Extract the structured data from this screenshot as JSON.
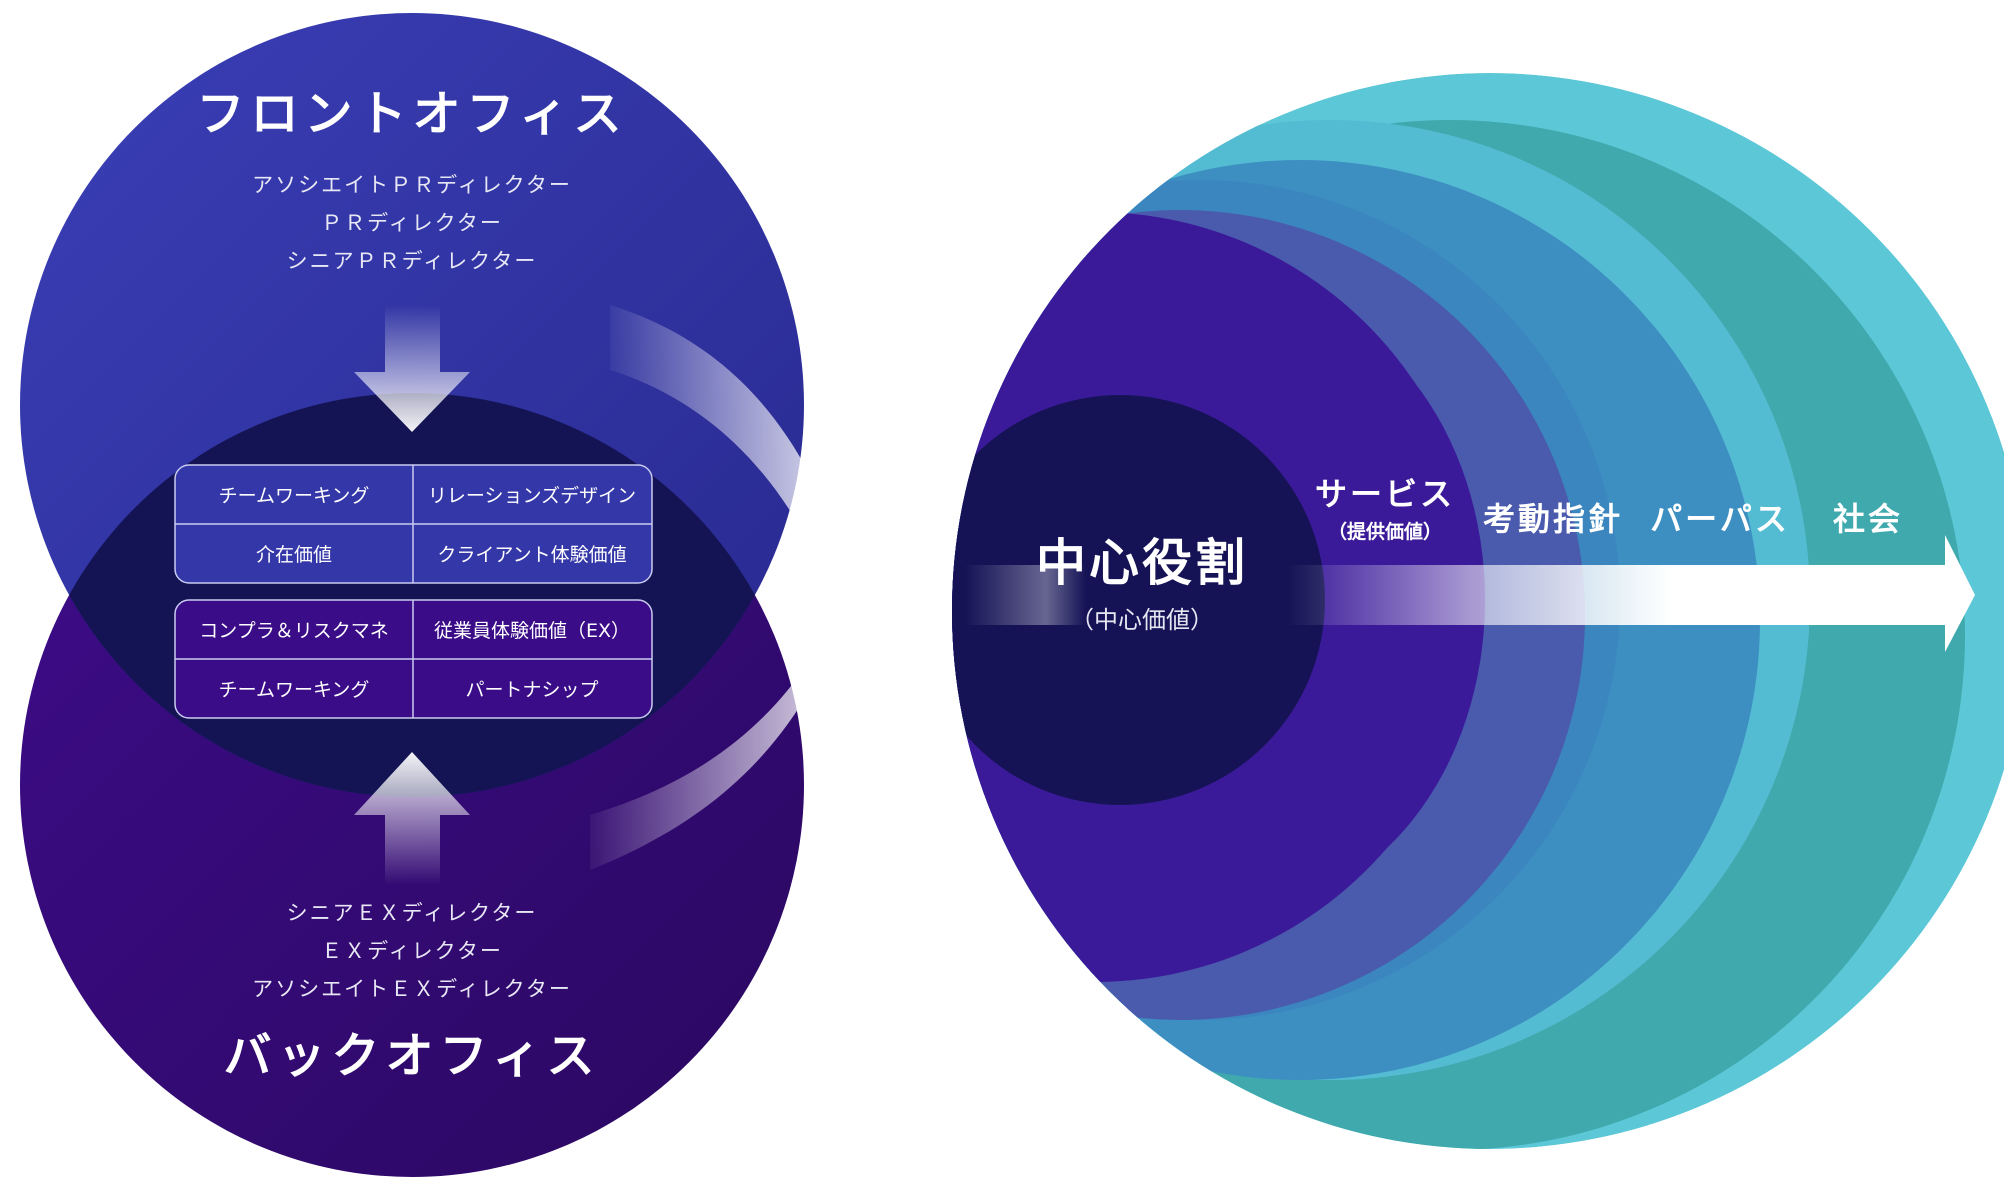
{
  "left": {
    "front": {
      "title": "フロントオフィス",
      "roles": [
        "アソシエイトＰＲディレクター",
        "ＰＲディレクター",
        "シニアＰＲディレクター"
      ]
    },
    "back": {
      "title": "バックオフィス",
      "roles": [
        "シニアＥＸディレクター",
        "ＥＸディレクター",
        "アソシエイトＥＸディレクター"
      ]
    },
    "grid_top": [
      [
        "チームワーキング",
        "リレーションズデザイン"
      ],
      [
        "介在価値",
        "クライアント体験価値"
      ]
    ],
    "grid_bottom": [
      [
        "コンプラ＆リスクマネ",
        "従業員体験価値（EX）"
      ],
      [
        "チームワーキング",
        "パートナシップ"
      ]
    ]
  },
  "right": {
    "center": {
      "title": "中心役割",
      "sub": "（中心価値）"
    },
    "rings": [
      {
        "title": "サービス",
        "sub": "（提供価値）"
      },
      {
        "title": "考動指針"
      },
      {
        "title": "パーパス"
      },
      {
        "title": "社会"
      }
    ]
  },
  "colors": {
    "front": "#2f35a3",
    "back": "#3a0a82",
    "overlap": "#141455",
    "teal_outer": "#3fa9ad",
    "teal_light": "#5cc7d6",
    "blue_ring": "#3d8fc2",
    "violet_ring": "#4a5aad",
    "purple_ring": "#3b1a9a",
    "core": "#151355"
  }
}
